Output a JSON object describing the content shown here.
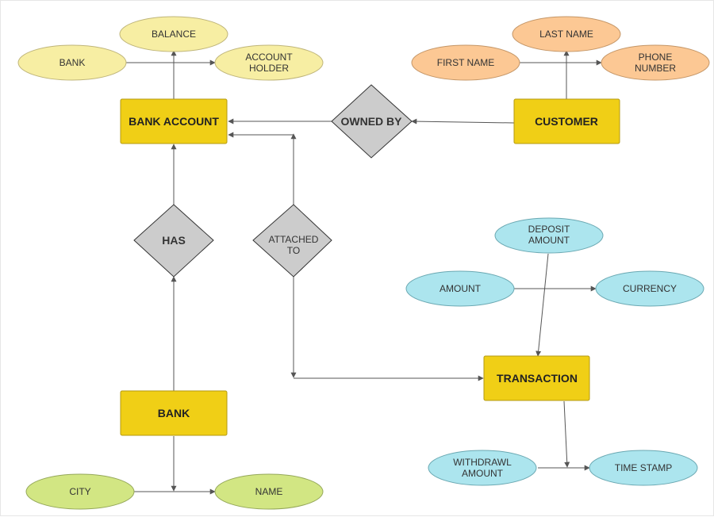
{
  "colors": {
    "entity_fill": "#f0cf16",
    "entity_stroke": "#b39a10",
    "relation_fill": "#cccccc",
    "relation_stroke": "#333333",
    "attr_yellow_fill": "#f7eea3",
    "attr_yellow_stroke": "#bfb57a",
    "attr_orange_fill": "#fcc894",
    "attr_orange_stroke": "#c49667",
    "attr_blue_fill": "#ace5ee",
    "attr_blue_stroke": "#6aa8b2",
    "attr_green_fill": "#d2e683",
    "attr_green_stroke": "#95a85a",
    "edge": "#555555"
  },
  "entities": {
    "bank_account": "BANK ACCOUNT",
    "customer": "CUSTOMER",
    "bank": "BANK",
    "transaction": "TRANSACTION"
  },
  "relationships": {
    "owned_by": "OWNED BY",
    "has": "HAS",
    "attached_to": [
      "ATTACHED",
      "TO"
    ]
  },
  "attributes": {
    "balance": [
      "BALANCE"
    ],
    "bank": [
      "BANK"
    ],
    "account_holder": [
      "ACCOUNT",
      "HOLDER"
    ],
    "last_name": [
      "LAST NAME"
    ],
    "first_name": [
      "FIRST NAME"
    ],
    "phone_number": [
      "PHONE",
      "NUMBER"
    ],
    "deposit_amount": [
      "DEPOSIT",
      "AMOUNT"
    ],
    "amount": [
      "AMOUNT"
    ],
    "currency": [
      "CURRENCY"
    ],
    "withdrawl_amount": [
      "WITHDRAWL",
      "AMOUNT"
    ],
    "time_stamp": [
      "TIME STAMP"
    ],
    "city": [
      "CITY"
    ],
    "name": [
      "NAME"
    ]
  }
}
